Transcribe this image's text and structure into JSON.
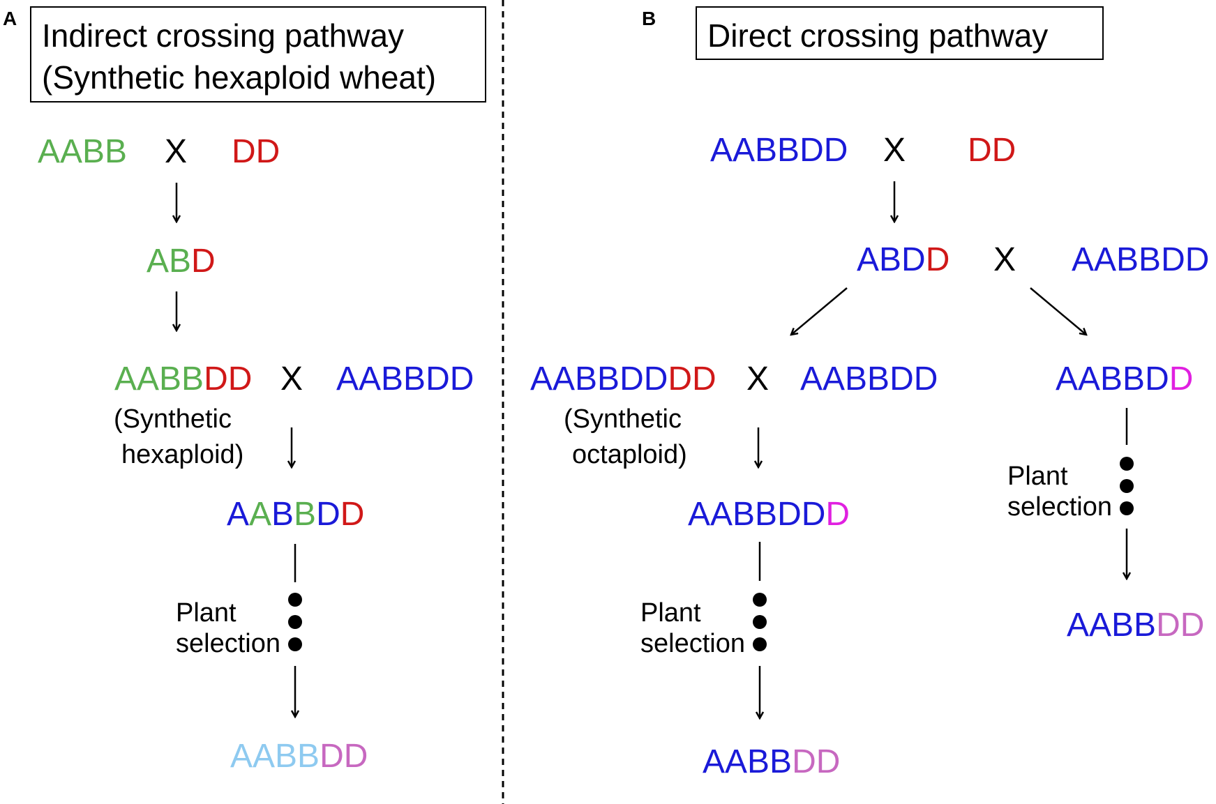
{
  "colors": {
    "green": "#5aaf50",
    "red": "#d01818",
    "blue": "#1a1ad8",
    "light_blue": "#8ecaf0",
    "pink": "#c768c0",
    "magenta": "#e020e0",
    "black": "#000000"
  },
  "panel_a": {
    "letter": "A",
    "title_line1": "Indirect crossing pathway",
    "title_line2": "(Synthetic hexaploid wheat)",
    "parent1": [
      {
        "t": "AABB",
        "c": "green"
      }
    ],
    "cross1": "X",
    "parent2": [
      {
        "t": "DD",
        "c": "red"
      }
    ],
    "hybrid": [
      {
        "t": "AB",
        "c": "green"
      },
      {
        "t": "D",
        "c": "red"
      }
    ],
    "synthetic": [
      {
        "t": "AABB",
        "c": "green"
      },
      {
        "t": "DD",
        "c": "red"
      }
    ],
    "cross2": "X",
    "recurrent": [
      {
        "t": "AABBDD",
        "c": "blue"
      }
    ],
    "synthetic_note_line1": "(Synthetic",
    "synthetic_note_line2": "hexaploid)",
    "f1": [
      {
        "t": "A",
        "c": "blue"
      },
      {
        "t": "A",
        "c": "green"
      },
      {
        "t": "B",
        "c": "blue"
      },
      {
        "t": "B",
        "c": "green"
      },
      {
        "t": "D",
        "c": "blue"
      },
      {
        "t": "D",
        "c": "red"
      }
    ],
    "selection_line1": "Plant",
    "selection_line2": "selection",
    "final": [
      {
        "t": "AABB",
        "c": "light_blue"
      },
      {
        "t": "DD",
        "c": "pink"
      }
    ]
  },
  "panel_b": {
    "letter": "B",
    "title": "Direct crossing pathway",
    "parent1": [
      {
        "t": "AABBDD",
        "c": "blue"
      }
    ],
    "cross1": "X",
    "parent2": [
      {
        "t": "DD",
        "c": "red"
      }
    ],
    "hybrid": [
      {
        "t": "ABD",
        "c": "blue"
      },
      {
        "t": "D",
        "c": "red"
      }
    ],
    "cross2": "X",
    "recurrent": [
      {
        "t": "AABBDD",
        "c": "blue"
      }
    ],
    "octaploid": [
      {
        "t": "AABBDD",
        "c": "blue"
      },
      {
        "t": "DD",
        "c": "red"
      }
    ],
    "cross3": "X",
    "recurrent2": [
      {
        "t": "AABBDD",
        "c": "blue"
      }
    ],
    "octaploid_note_line1": "(Synthetic",
    "octaploid_note_line2": "octaploid)",
    "left_f1": [
      {
        "t": "AABBDD",
        "c": "blue"
      },
      {
        "t": "D",
        "c": "magenta"
      }
    ],
    "left_selection_line1": "Plant",
    "left_selection_line2": "selection",
    "left_final": [
      {
        "t": "AABB",
        "c": "blue"
      },
      {
        "t": "DD",
        "c": "pink"
      }
    ],
    "right_f1": [
      {
        "t": "AABBD",
        "c": "blue"
      },
      {
        "t": "D",
        "c": "magenta"
      }
    ],
    "right_selection_line1": "Plant",
    "right_selection_line2": "selection",
    "right_final": [
      {
        "t": "AABB",
        "c": "blue"
      },
      {
        "t": "DD",
        "c": "pink"
      }
    ]
  }
}
